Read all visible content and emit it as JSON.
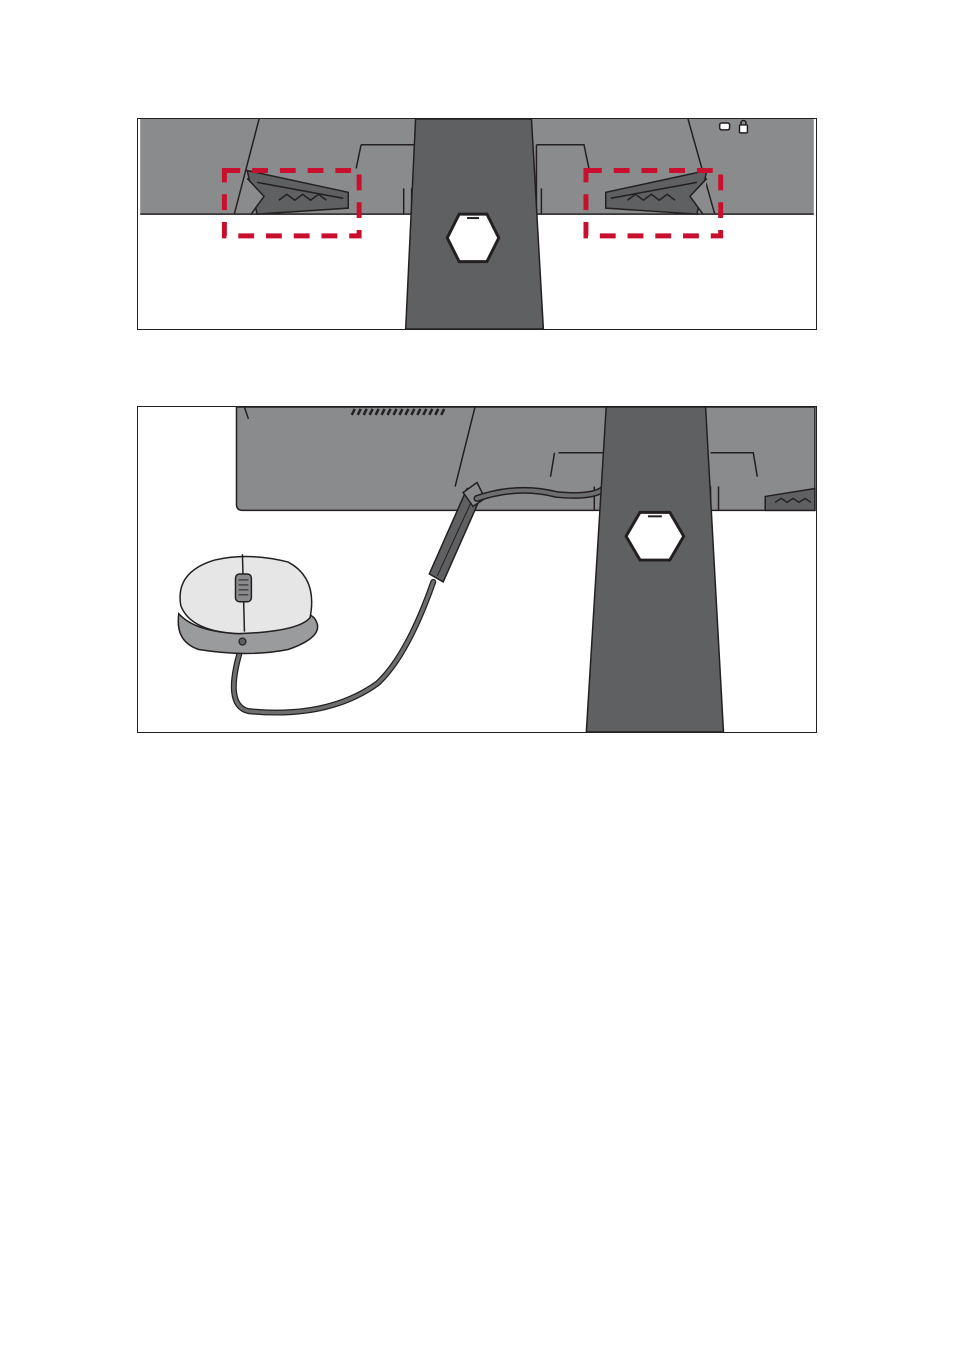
{
  "figures": [
    {
      "id": "top",
      "highlight_color": "#c8102e",
      "highlighted_parts": [
        "left-mouse-bungee",
        "right-mouse-bungee"
      ]
    },
    {
      "id": "bottom",
      "parts": [
        "mouse",
        "mouse-cable",
        "mouse-bungee-extended"
      ]
    }
  ],
  "colors": {
    "monitor_back": "#8a8b8d",
    "stand": "#5f6062",
    "outline": "#231f20",
    "mouse_body": "#e6e6e6",
    "mouse_base": "#9a9b9d",
    "cable": "#6d6e70",
    "highlight": "#c8102e"
  }
}
